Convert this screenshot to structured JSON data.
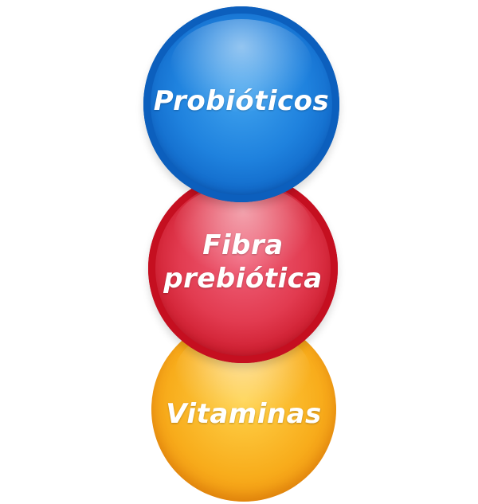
{
  "balls": [
    {
      "label": "Probióticos",
      "color": "#1f82de"
    },
    {
      "label": "Fibra\nprebiótica",
      "color": "#e23b50"
    },
    {
      "label": "Vitaminas",
      "color": "#f8ad1c"
    }
  ]
}
